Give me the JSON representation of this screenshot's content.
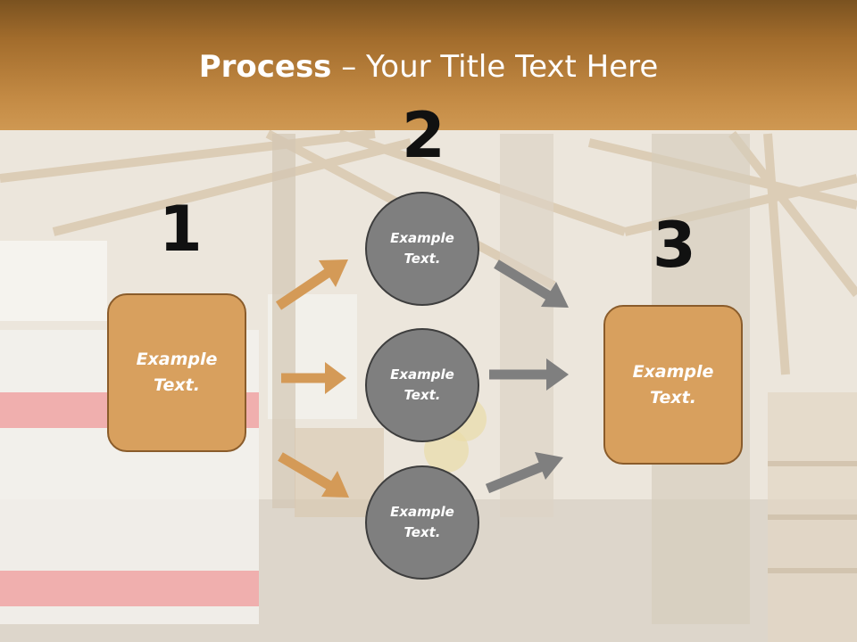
{
  "slide": {
    "title_bold": "Process",
    "title_rest": " – Your Title Text Here"
  },
  "steps": {
    "step1": {
      "number": "1",
      "text": "Example Text."
    },
    "step2": {
      "number": "2",
      "items": [
        {
          "text": "Example Text."
        },
        {
          "text": "Example Text."
        },
        {
          "text": "Example Text."
        }
      ]
    },
    "step3": {
      "number": "3",
      "text": "Example Text."
    }
  },
  "colors": {
    "header": "#b07a36",
    "box_fill": "#d8a05e",
    "box_border": "#8a5c2b",
    "circle_fill": "#7f7f7f",
    "orange_arrow": "#d49a57",
    "gray_arrow": "#7f7f7f"
  },
  "icons": {
    "background": "warehouse-photo",
    "arrows": "arrow-right-icon"
  }
}
